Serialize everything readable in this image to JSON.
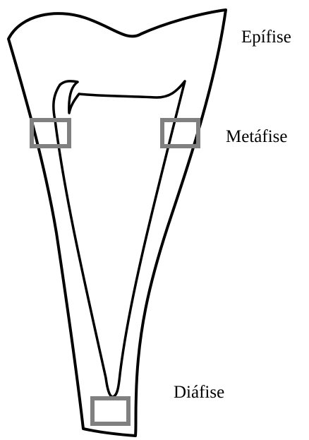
{
  "labels": {
    "epifise": "Epífise",
    "metafise": "Metáfise",
    "diafise": "Diáfise"
  },
  "colors": {
    "outline": "#000000",
    "marker": "#808080",
    "background": "#ffffff"
  }
}
